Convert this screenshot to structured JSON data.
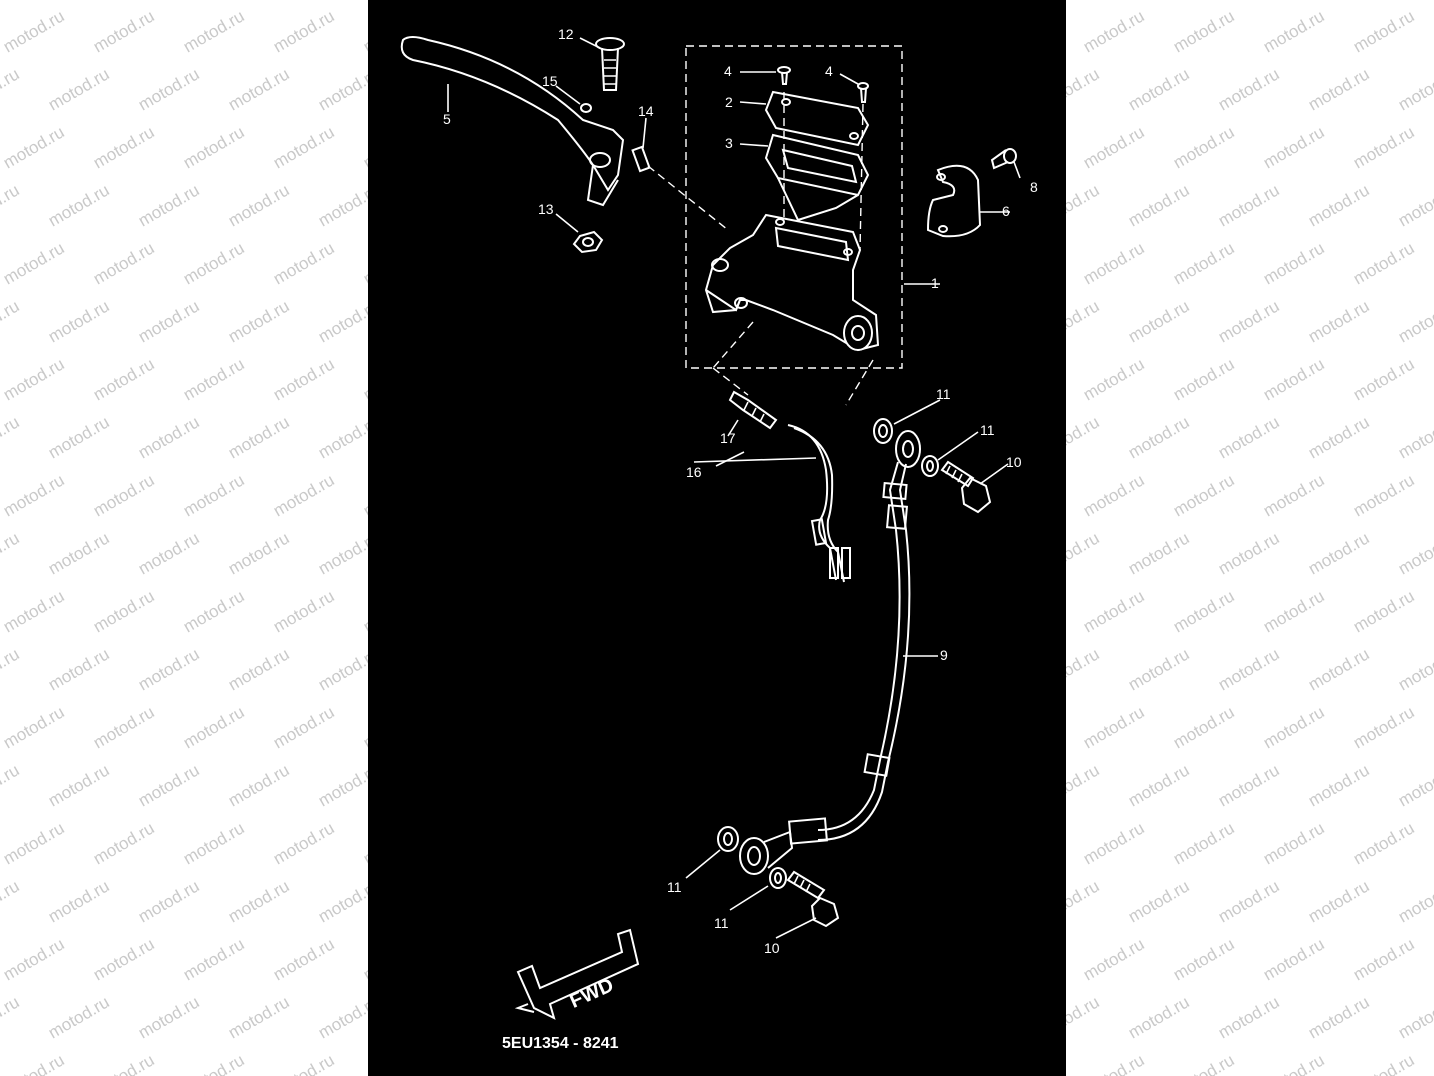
{
  "watermark": {
    "text": "motod.ru"
  },
  "diagram": {
    "drawing_code": "5EU1354 - 8241",
    "direction_label": "FWD",
    "callouts": {
      "c1": "1",
      "c2": "2",
      "c3": "3",
      "c4a": "4",
      "c4b": "4",
      "c5": "5",
      "c6": "6",
      "c8": "8",
      "c9": "9",
      "c10a": "10",
      "c10b": "10",
      "c11a": "11",
      "c11b": "11",
      "c11c": "11",
      "c11d": "11",
      "c12": "12",
      "c13": "13",
      "c14": "14",
      "c15": "15",
      "c16": "16",
      "c17": "17"
    }
  }
}
